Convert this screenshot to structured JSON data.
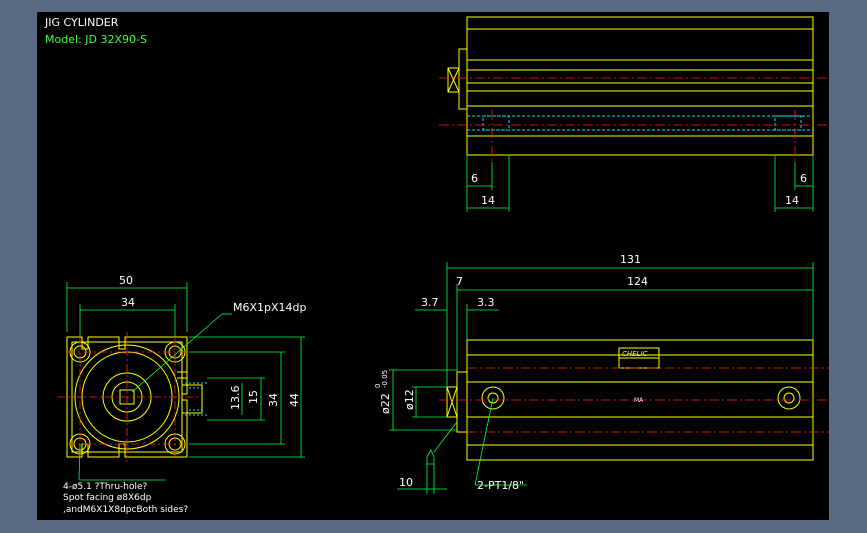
{
  "title_block": {
    "title": "JIG CYLINDER",
    "model": "Model: JD 32X90-S"
  },
  "colors": {
    "background": "#000000",
    "viewport_border": "#5a6a84",
    "outline": "#ffff00",
    "centerline": "#ff2020",
    "dimension": "#00ff40",
    "hidden": "#00e5ff",
    "text": "#ffffff",
    "label_green": "#40ff40"
  },
  "end_view": {
    "dims": {
      "width_50": "50",
      "bolt_34": "34",
      "height_44": "44",
      "height_34": "34",
      "port_15": "15",
      "port_13_6": "13.6"
    },
    "callouts": {
      "thread": "M6X1pX14dp",
      "holes_line1": "4-ø5.1 ?Thru-hole?",
      "holes_line2": "Spot facing ø8X6dp",
      "holes_line3": ",andM6X1X8dpcBoth sides?"
    }
  },
  "side_view": {
    "dims": {
      "total_131": "131",
      "body_124": "124",
      "d7": "7",
      "d3_7": "3.7",
      "d3_3": "3.3",
      "bore_22": "ø22",
      "rod_12": "ø12",
      "d10": "10",
      "tol_upper": "0",
      "tol_lower": "-0.05"
    },
    "port_label": "2-PT1/8\"",
    "brand_label": "CHELIC",
    "ma_mark": "MA"
  },
  "top_view": {
    "dims": {
      "left_6": "6",
      "left_14": "14",
      "right_6": "6",
      "right_14": "14"
    }
  }
}
